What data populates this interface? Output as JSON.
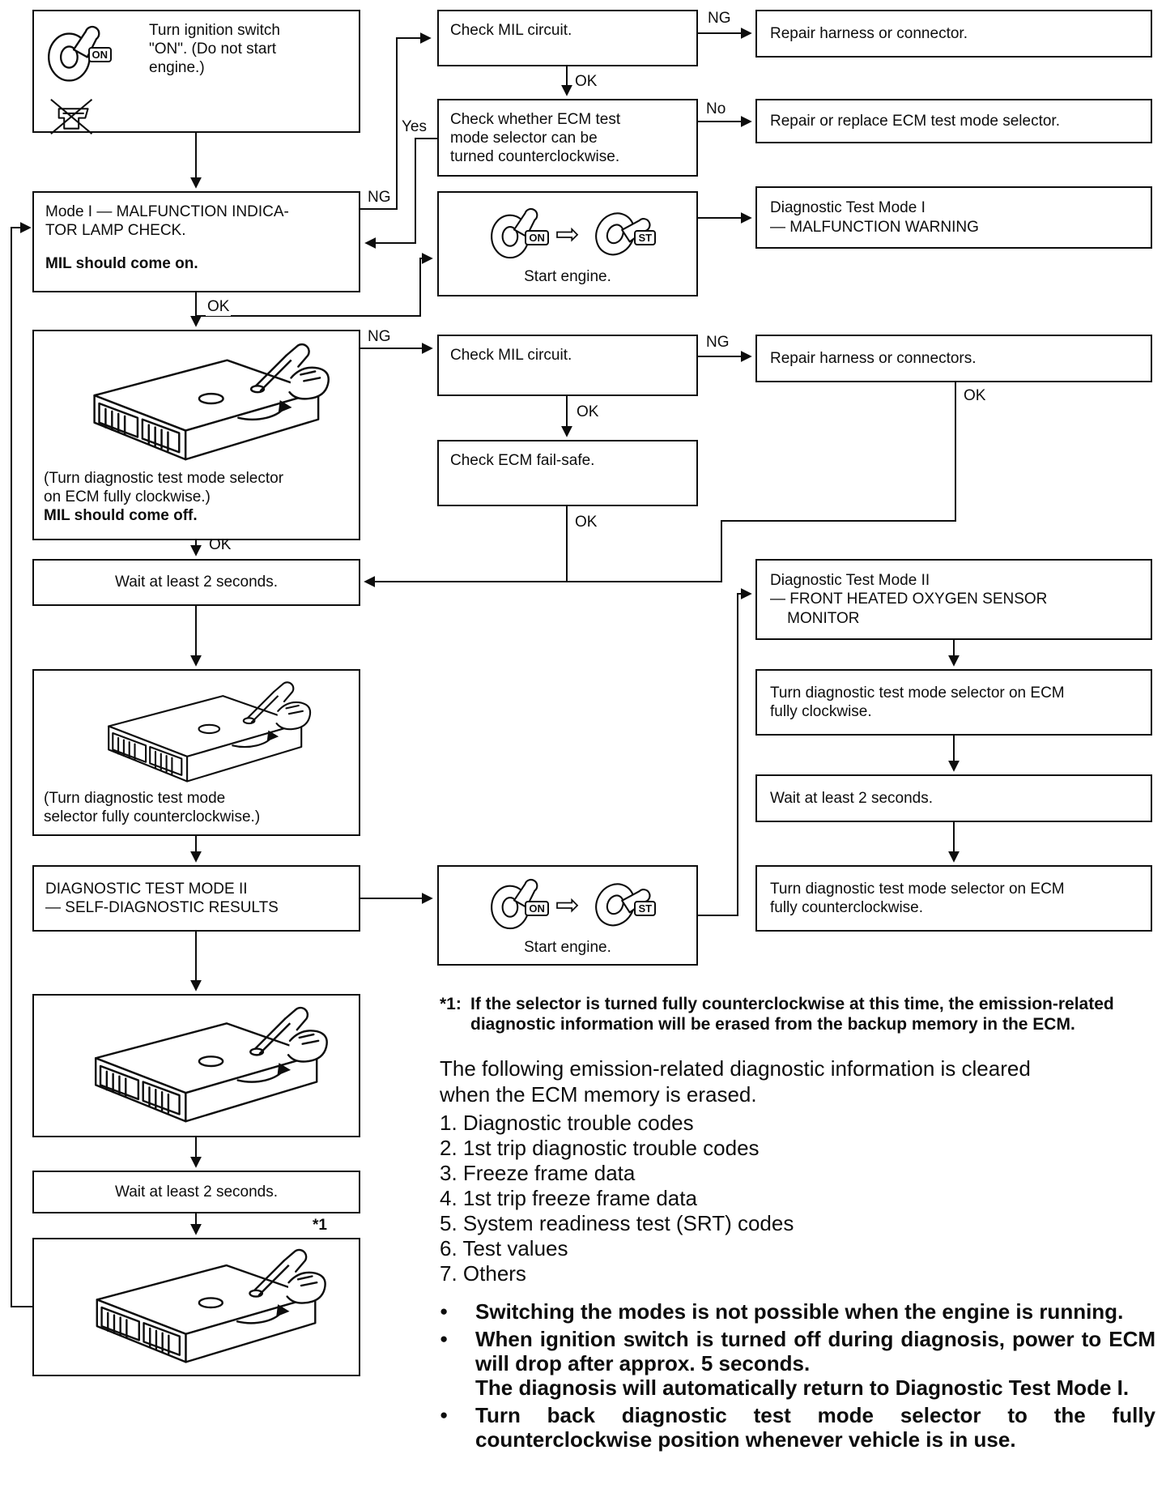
{
  "labels": {
    "ok": "OK",
    "ng": "NG",
    "yes": "Yes",
    "no": "No",
    "star1": "*1",
    "on": "ON",
    "st": "ST",
    "bullet": "●",
    "arrow": "⇨"
  },
  "flow": {
    "ignition": "Turn ignition switch\n\"ON\". (Do not start\nengine.)",
    "mode1_title": "Mode I — MALFUNCTION INDICA-\nTOR LAMP CHECK.",
    "mode1_note": "MIL should come on.",
    "check_mil_1": "Check MIL circuit.",
    "repair_harness_1": "Repair harness or connector.",
    "check_selector": "Check whether ECM test\nmode selector can be\nturned counterclockwise.",
    "repair_selector": "Repair or replace ECM test mode selector.",
    "start_engine": "Start engine.",
    "dtm1": "Diagnostic Test Mode I\n— MALFUNCTION WARNING",
    "ecm_cw_caption": "(Turn diagnostic test mode selector\non ECM fully clockwise.)",
    "ecm_cw_note": "MIL should come off.",
    "check_mil_2": "Check MIL circuit.",
    "repair_harness_2": "Repair harness or connectors.",
    "check_failsafe": "Check ECM fail-safe.",
    "wait_2s": "Wait at least 2 seconds.",
    "dtm2_monitor": "Diagnostic Test Mode II\n— FRONT HEATED OXYGEN SENSOR\n    MONITOR",
    "turn_cw": "Turn diagnostic test mode selector on ECM\nfully clockwise.",
    "turn_ccw": "Turn diagnostic test mode selector on ECM\nfully counterclockwise.",
    "ecm_ccw_caption": "(Turn diagnostic test mode\nselector fully counterclockwise.)",
    "mode2": "DIAGNOSTIC TEST MODE II\n— SELF-DIAGNOSTIC RESULTS"
  },
  "notes": {
    "star1_label": "*1:",
    "star1_text": "If the selector is turned fully counterclockwise at this time, the emission-related diagnostic information will be erased from the backup memory in the ECM.",
    "cleared_intro": "The following emission-related diagnostic information is cleared\nwhen the ECM memory is erased.",
    "cleared_items": [
      "1. Diagnostic trouble codes",
      "2. 1st trip diagnostic trouble codes",
      "3. Freeze frame data",
      "4. 1st trip freeze frame data",
      "5. System readiness test (SRT) codes",
      "6. Test values",
      "7. Others"
    ],
    "bullets": [
      "Switching the modes is not possible when the engine is running.",
      "When ignition switch is turned off during diagnosis, power to ECM will drop after approx. 5 seconds.\nThe diagnosis will automatically return to Diagnostic Test Mode I.",
      "Turn back diagnostic test mode selector to the fully counterclockwise position whenever vehicle is in use."
    ]
  }
}
